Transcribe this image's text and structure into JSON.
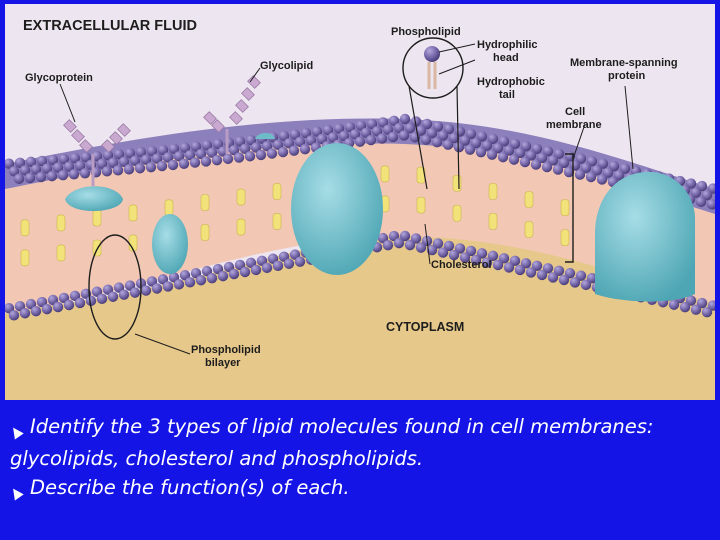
{
  "labels": {
    "extracellular": "EXTRACELLULAR FLUID",
    "glycoprotein": "Glycoprotein",
    "glycolipid": "Glycolipid",
    "phospholipid": "Phospholipid",
    "hydrophilic_line1": "Hydrophilic",
    "hydrophilic_line2": "head",
    "hydrophobic_line1": "Hydrophobic",
    "hydrophobic_line2": "tail",
    "spanning_line1": "Membrane-spanning",
    "spanning_line2": "protein",
    "cell_membrane_line1": "Cell",
    "cell_membrane_line2": "membrane",
    "cholesterol": "Cholesterol",
    "cytoplasm": "CYTOPLASM",
    "bilayer_line1": "Phospholipid",
    "bilayer_line2": "bilayer"
  },
  "notes": [
    {
      "text": "Identify the 3 types of lipid molecules found in cell membranes: glycolipids, cholesterol and phospholipids."
    },
    {
      "text": "Describe the function(s) of each."
    }
  ],
  "colors": {
    "background_slide": "#1414e6",
    "fluid": "#ede5ef",
    "cytoplasm": "#e6c88a",
    "head": "#7566a8",
    "tail_zone": "#f2c7b4",
    "cholesterol": "#f2e27a",
    "protein": "#6fbcc9",
    "glyco_chain": "#c9a9cf"
  },
  "icons": {
    "bullet": "leaf-bullet-icon"
  }
}
